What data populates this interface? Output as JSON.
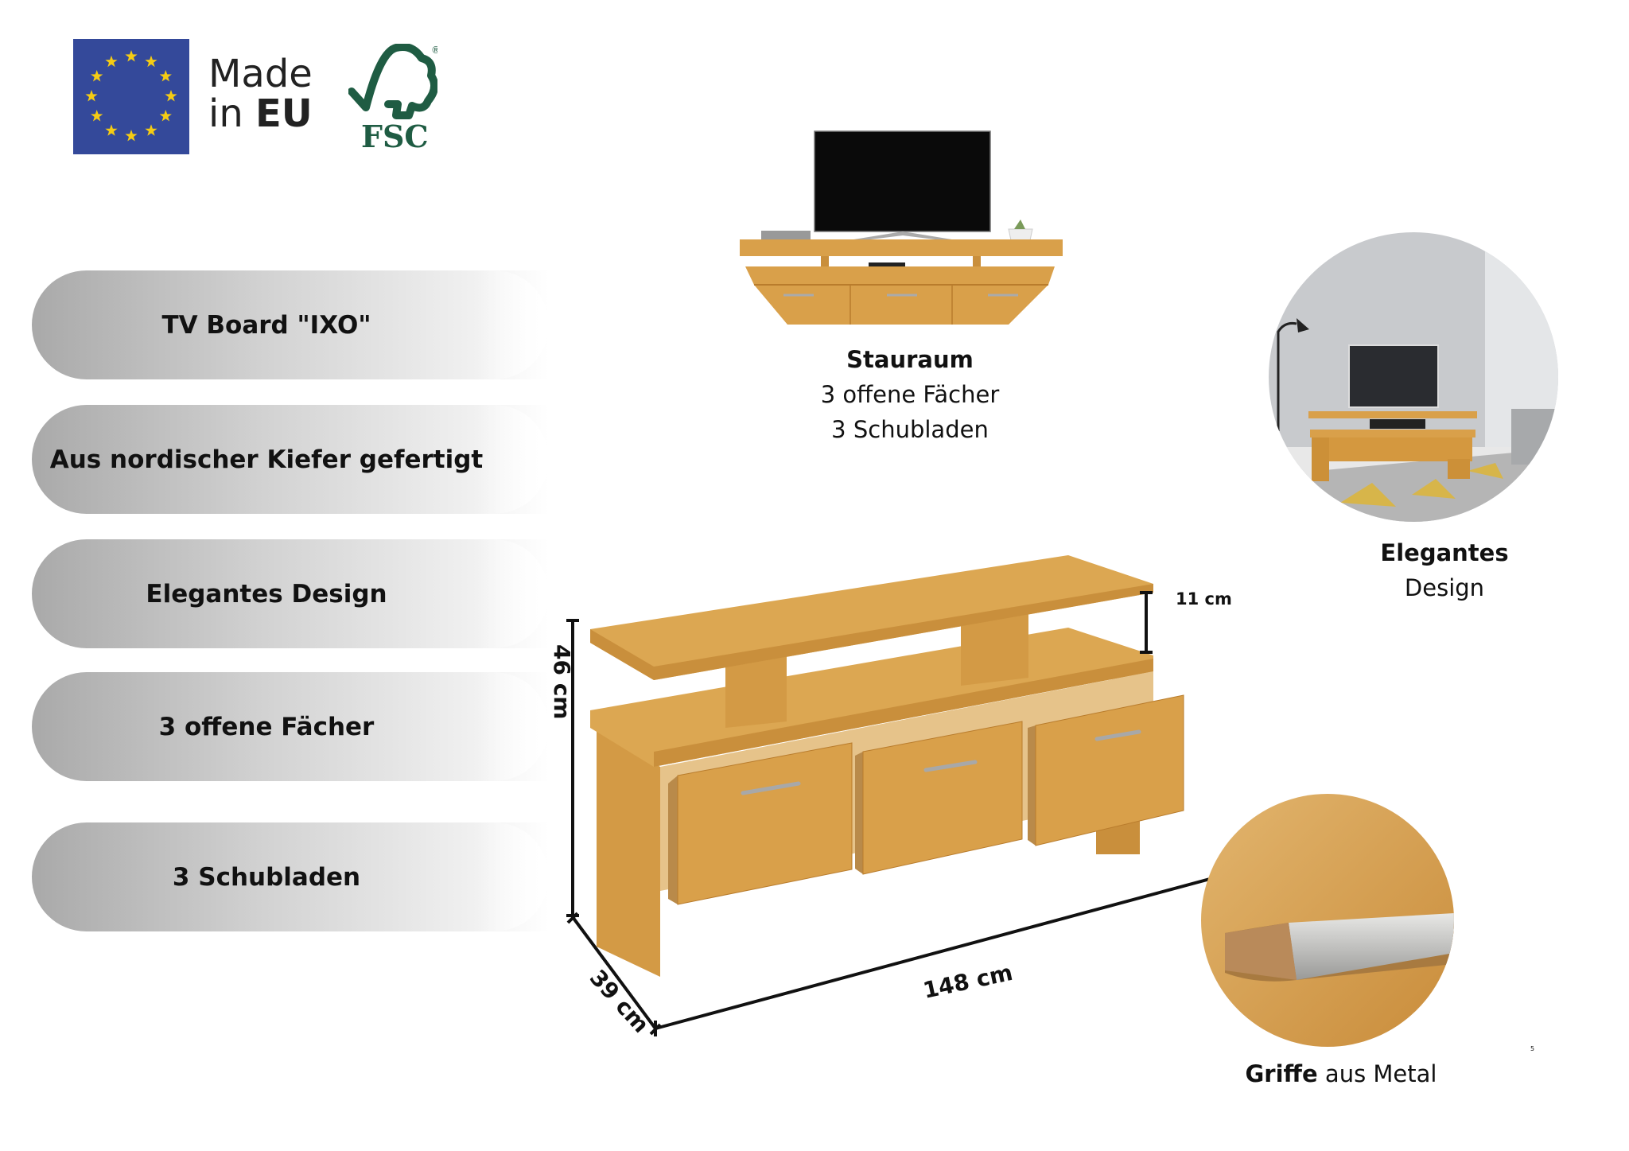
{
  "badges": {
    "made_in_line1": "Made",
    "made_in_line2_prefix": "in ",
    "made_in_line2_bold": "EU",
    "fsc_logo_text": "FSC",
    "eu_flag_color": "#34499a",
    "eu_star_color": "#f5cc14",
    "fsc_color": "#1f5c43"
  },
  "features": [
    {
      "label": "TV Board \"IXO\""
    },
    {
      "label": "Aus nordischer Kiefer gefertigt"
    },
    {
      "label": "Elegantes Design"
    },
    {
      "label": "3 offene Fächer"
    },
    {
      "label": "3 Schubladen"
    }
  ],
  "storage": {
    "title": "Stauraum",
    "line1": "3 offene Fächer",
    "line2": "3 Schubladen"
  },
  "design": {
    "title": "Elegantes",
    "subtitle": "Design"
  },
  "handles": {
    "bold": "Griffe",
    "rest": " aus Metal"
  },
  "dimensions": {
    "height": "46 cm",
    "depth": "39 cm",
    "width": "148 cm",
    "shelf_gap": "11 cm"
  },
  "page_number": "5",
  "colors": {
    "wood": "#d9a04a",
    "wood_dark": "#b97c2c"
  }
}
